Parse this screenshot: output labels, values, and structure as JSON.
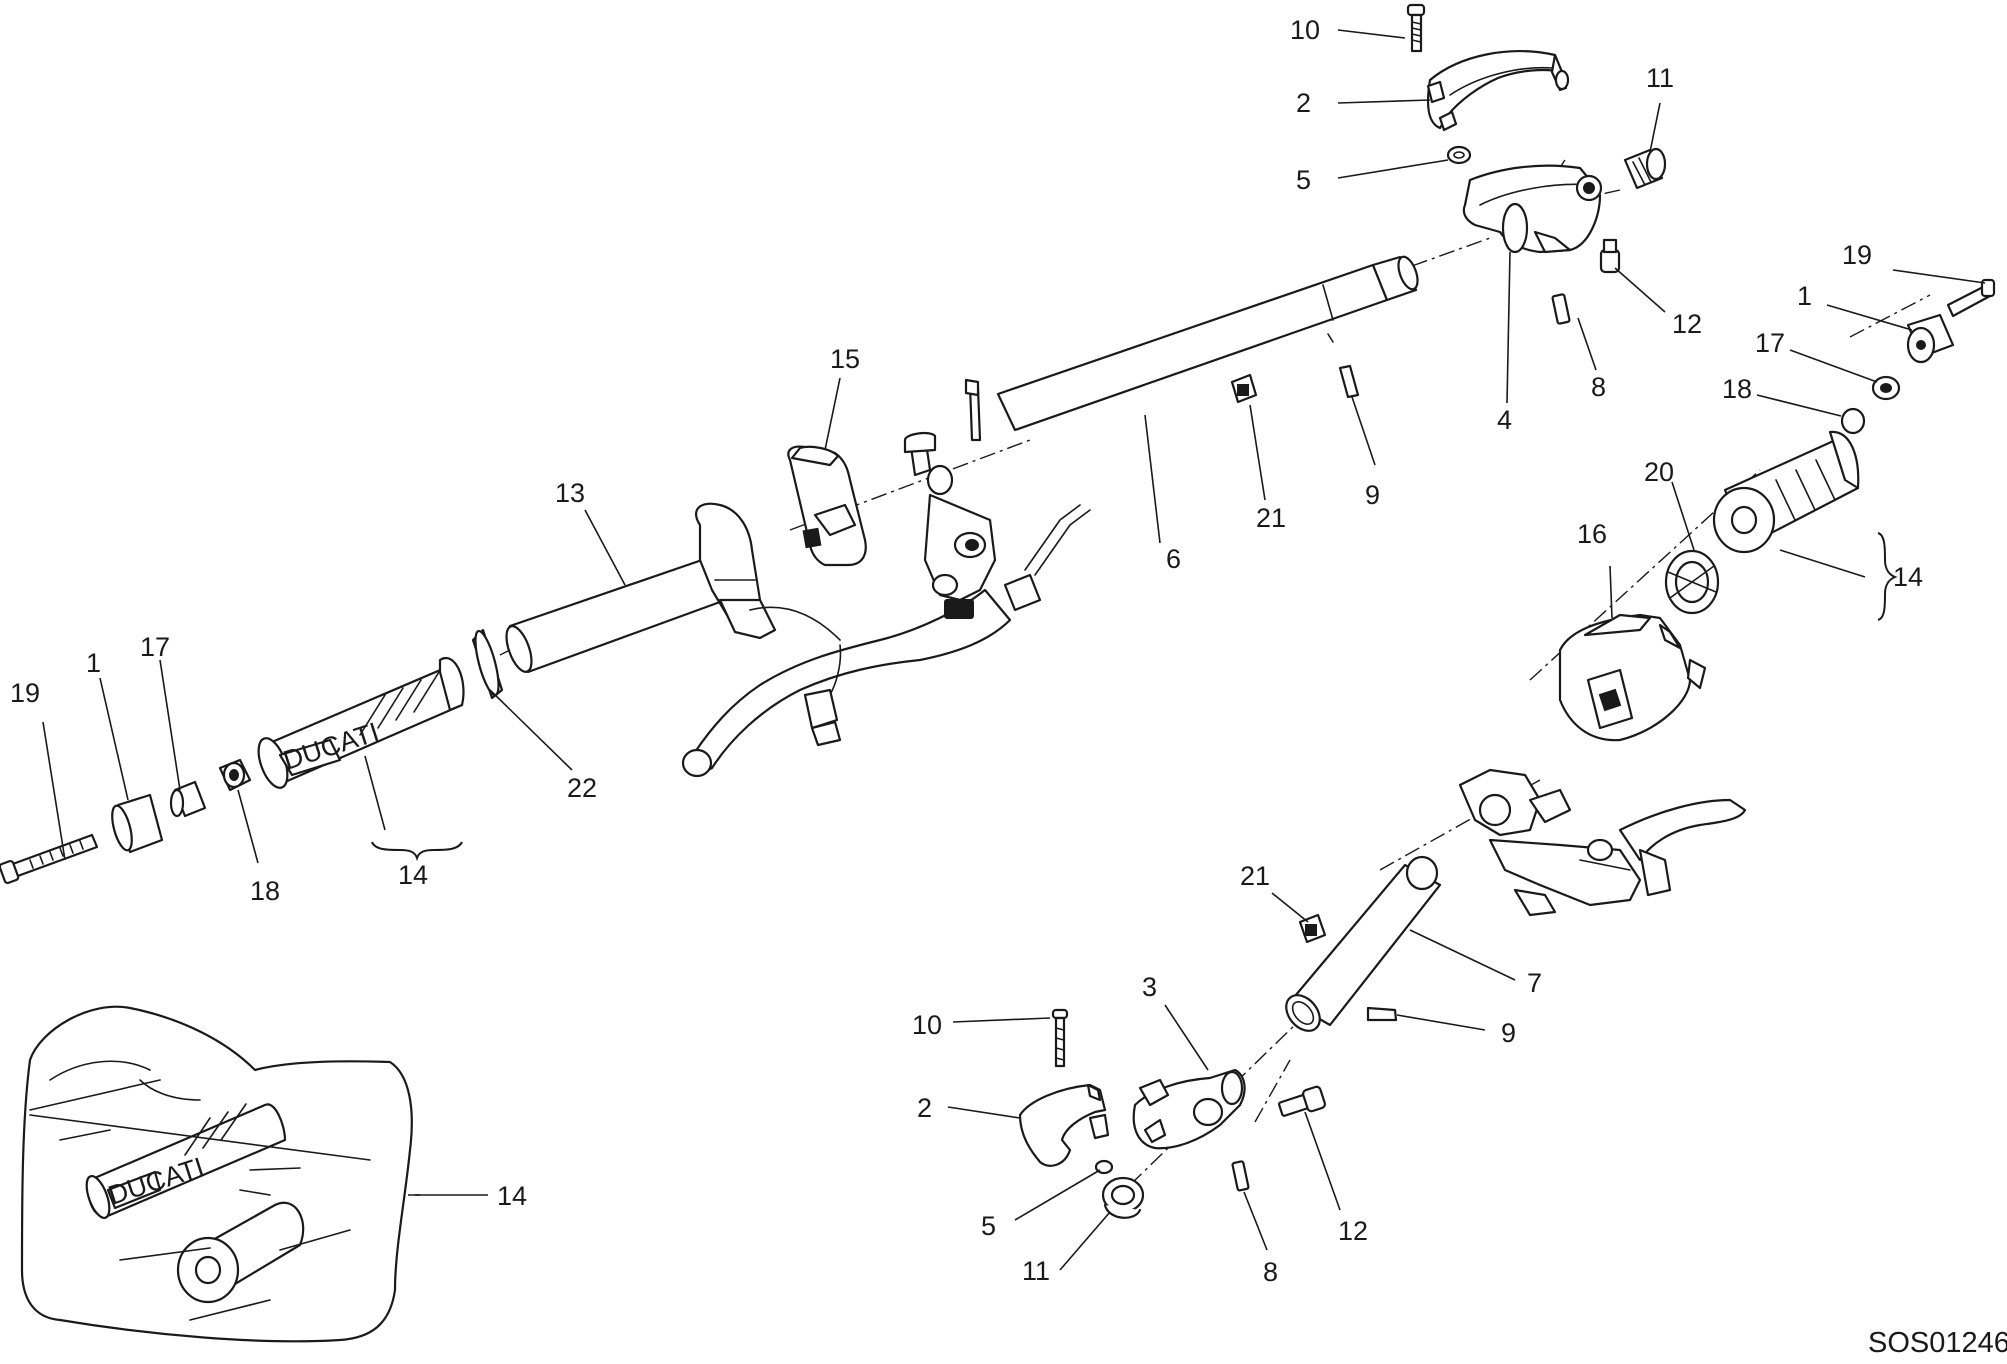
{
  "diagram": {
    "reference_code": "SOS01246",
    "callouts": [
      {
        "id": "c10a",
        "text": "10"
      },
      {
        "id": "c2a",
        "text": "2"
      },
      {
        "id": "c5a",
        "text": "5"
      },
      {
        "id": "c11a",
        "text": "11"
      },
      {
        "id": "c12a",
        "text": "12"
      },
      {
        "id": "c4",
        "text": "4"
      },
      {
        "id": "c8a",
        "text": "8"
      },
      {
        "id": "c19a",
        "text": "19"
      },
      {
        "id": "c1a",
        "text": "1"
      },
      {
        "id": "c17a",
        "text": "17"
      },
      {
        "id": "c18a",
        "text": "18"
      },
      {
        "id": "c20",
        "text": "20"
      },
      {
        "id": "c16",
        "text": "16"
      },
      {
        "id": "c14a",
        "text": "14"
      },
      {
        "id": "c15",
        "text": "15"
      },
      {
        "id": "c13",
        "text": "13"
      },
      {
        "id": "c6",
        "text": "6"
      },
      {
        "id": "c21a",
        "text": "21"
      },
      {
        "id": "c9a",
        "text": "9"
      },
      {
        "id": "c19b",
        "text": "19"
      },
      {
        "id": "c1b",
        "text": "1"
      },
      {
        "id": "c17b",
        "text": "17"
      },
      {
        "id": "c18b",
        "text": "18"
      },
      {
        "id": "c14b",
        "text": "14"
      },
      {
        "id": "c22",
        "text": "22"
      },
      {
        "id": "c21b",
        "text": "21"
      },
      {
        "id": "c7",
        "text": "7"
      },
      {
        "id": "c9b",
        "text": "9"
      },
      {
        "id": "c3",
        "text": "3"
      },
      {
        "id": "c10b",
        "text": "10"
      },
      {
        "id": "c2b",
        "text": "2"
      },
      {
        "id": "c5b",
        "text": "5"
      },
      {
        "id": "c11b",
        "text": "11"
      },
      {
        "id": "c8b",
        "text": "8"
      },
      {
        "id": "c12b",
        "text": "12"
      },
      {
        "id": "c14c",
        "text": "14"
      }
    ],
    "grip_logo_text": "DUCATI"
  }
}
